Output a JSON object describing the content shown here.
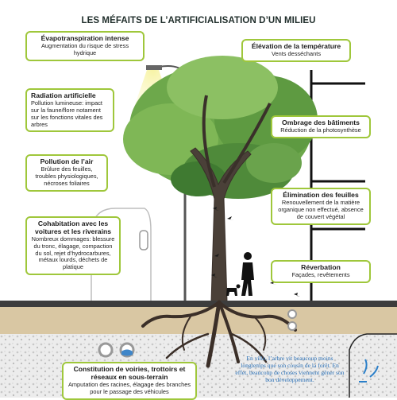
{
  "title": "LES MÉFAITS DE L’ARTIFICIALISATION D’UN MILIEU",
  "boxes": {
    "evapo": {
      "title": "Évapotranspiration intense",
      "body": "Augmentation du risque de stress hydrique"
    },
    "temperature": {
      "title": "Élévation de la température",
      "body": "Vents desséchants"
    },
    "radiation": {
      "title": "Radiation artificielle",
      "body": "Pollution lumineuse: impact sur la faune/flore notament sur les fonctions vitales des arbres"
    },
    "ombrage": {
      "title": "Ombrage des bâtiments",
      "body": "Réduction de la photosynthèse"
    },
    "pollution": {
      "title": "Pollution de l’air",
      "body": "Brûlure des feuilles, troubles physiologiques, nécroses foliaires"
    },
    "elimination": {
      "title": "Élimination des feuilles",
      "body": "Renouvellement de la matière organique non effectué, absence de couvert végétal"
    },
    "cohabitation": {
      "title": "Cohabitation avec les voitures et les riverains",
      "body": "Nombreux dommages: blessure du tronc, élagage, compaction du sol, rejet d’hydrocarbures, métaux lourds, déchets de platique"
    },
    "reverbation": {
      "title": "Réverbation",
      "body": "Façades, revêtements"
    },
    "voiries": {
      "title": "Constitution de voiries, trottoirs et réseaux en sous-terrain",
      "body": "Amputation des racines, élagage des branches pour le passage des véhicules"
    }
  },
  "note": "En ville, l’arbre vit beaucoup moins longtemps que son cousin de la forêt. En effet, beaucoup de choses viennent gêner son bon développement.",
  "colors": {
    "accent": "#9fc73b",
    "note": "#2a6fb5",
    "soil": "#d9c7a3"
  }
}
